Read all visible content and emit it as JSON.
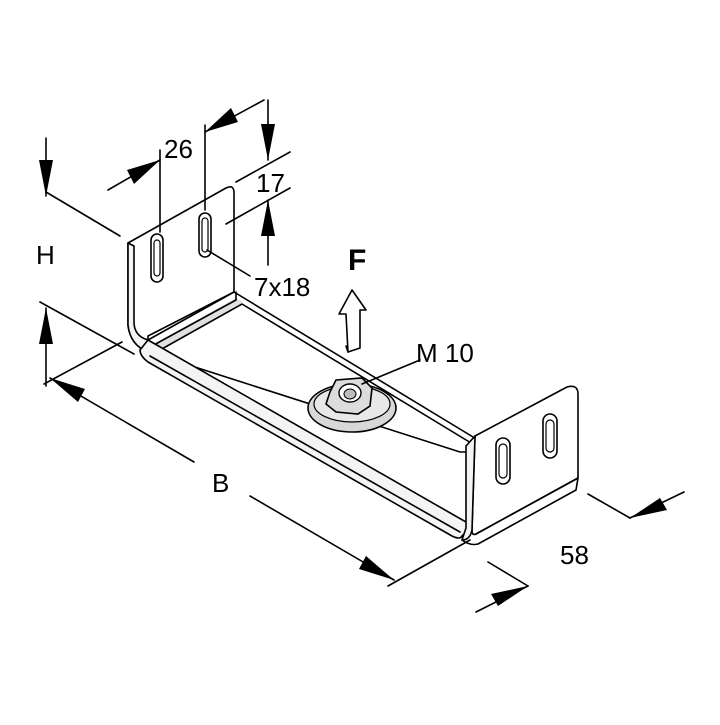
{
  "labels": {
    "width_pitch": "26",
    "hole_offset": "17",
    "slot_size": "7x18",
    "height": "H",
    "length": "B",
    "depth": "58",
    "force": "F",
    "thread": "M 10"
  }
}
